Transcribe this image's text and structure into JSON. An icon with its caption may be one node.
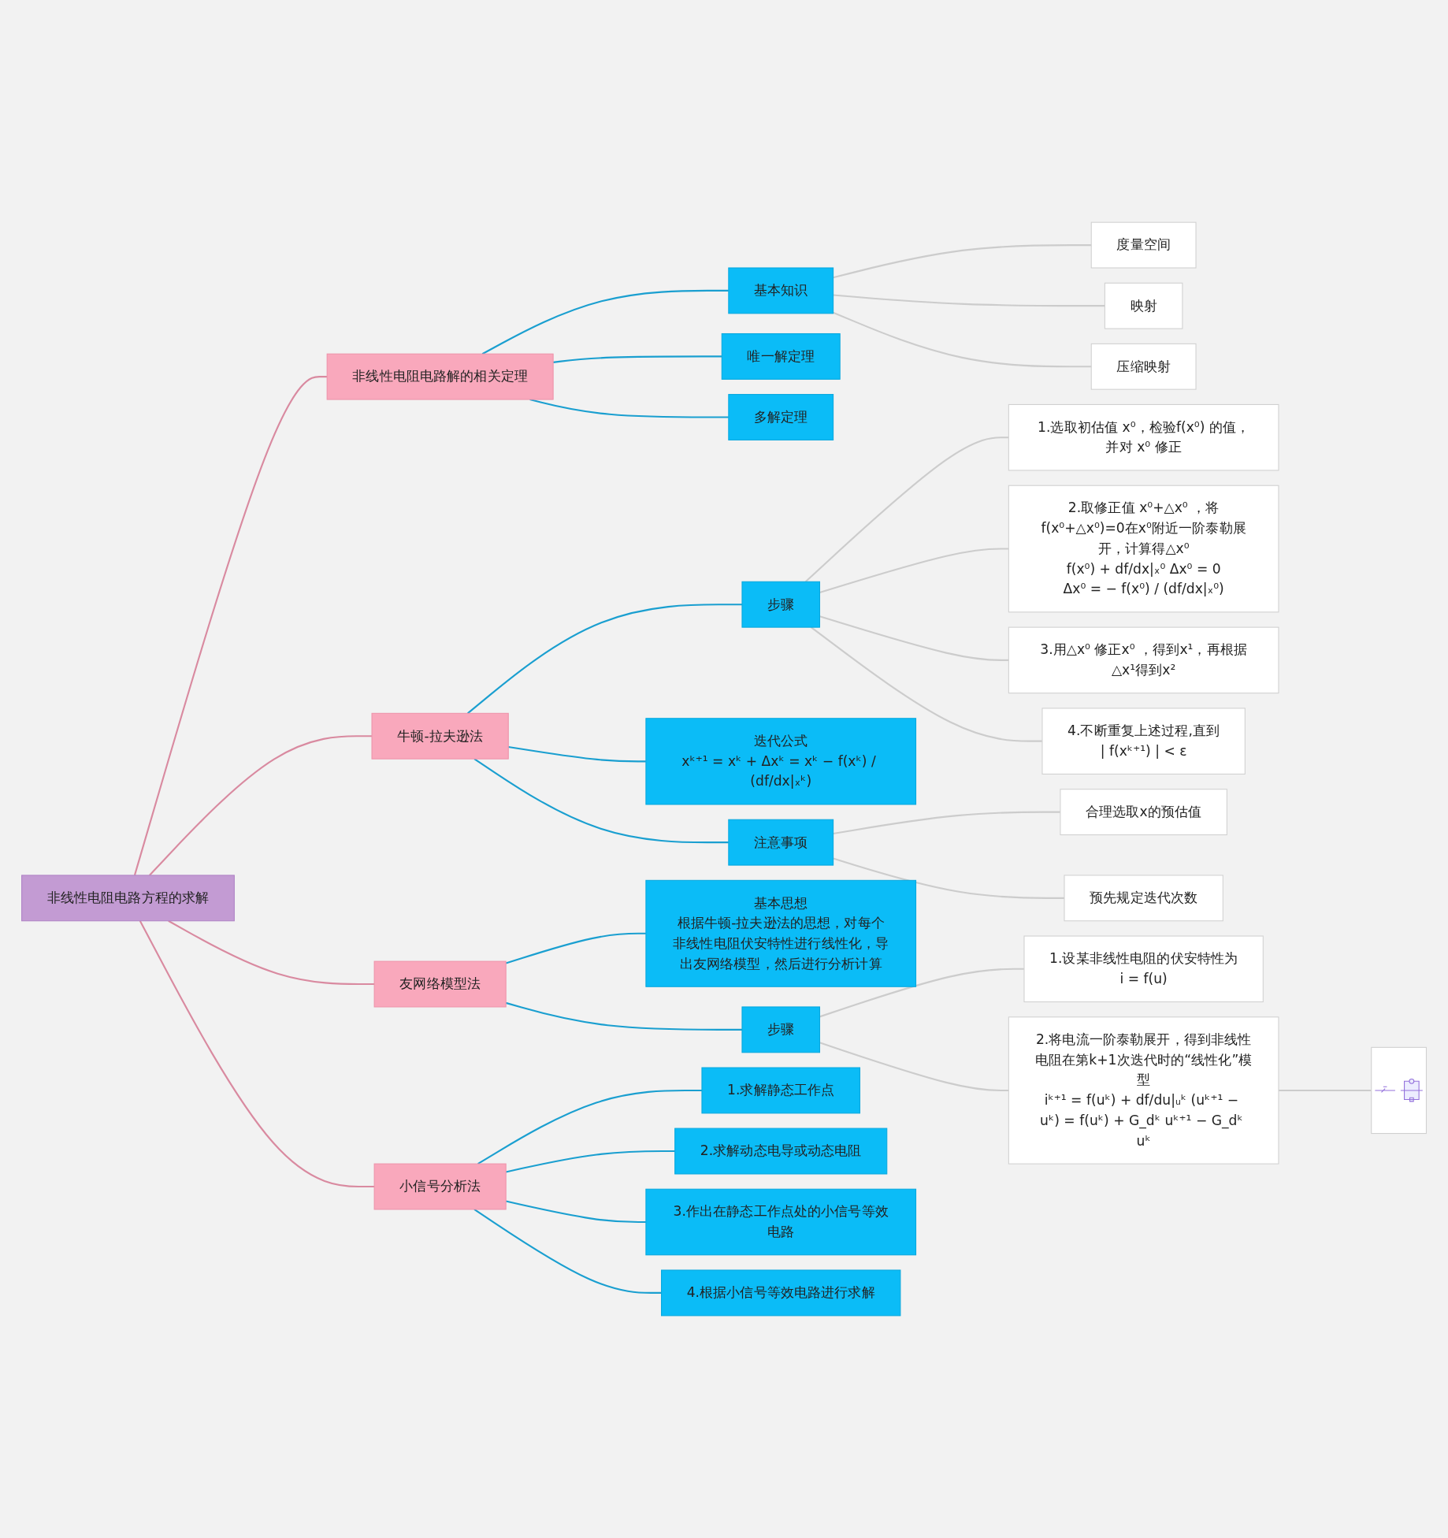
{
  "diagram": {
    "nodes": [
      {
        "text": [
          "非线性电阻电路方程的求解"
        ]
      },
      {
        "text": [
          "非线性电阻电路解的相关定理"
        ]
      },
      {
        "text": [
          "基本知识"
        ]
      },
      {
        "text": [
          "度量空间"
        ]
      },
      {
        "text": [
          "映射"
        ]
      },
      {
        "text": [
          "压缩映射"
        ]
      },
      {
        "text": [
          "唯一解定理"
        ]
      },
      {
        "text": [
          "多解定理"
        ]
      },
      {
        "text": [
          "牛顿-拉夫逊法"
        ]
      },
      {
        "text": [
          "步骤"
        ]
      },
      {
        "text": [
          "1.选取初估值 x⁰，检验f(x⁰) 的值，并对 x⁰ 修正"
        ]
      },
      {
        "text": [
          "2.取修正值 x⁰+△x⁰ ，将f(x⁰+△x⁰)=0在x⁰附近一阶泰勒展开，计算得△x⁰",
          "f(x⁰) + df/dx|ₓ⁰ Δx⁰ = 0",
          "Δx⁰ = − f(x⁰) / (df/dx|ₓ⁰)"
        ]
      },
      {
        "text": [
          "3.用△x⁰ 修正x⁰ ，得到x¹，再根据△x¹得到x²"
        ]
      },
      {
        "text": [
          "4.不断重复上述过程,直到",
          "| f(xᵏ⁺¹) | < ε"
        ]
      },
      {
        "text": [
          "迭代公式",
          "xᵏ⁺¹ = xᵏ + Δxᵏ = xᵏ − f(xᵏ) / (df/dx|ₓᵏ)"
        ]
      },
      {
        "text": [
          "注意事项"
        ]
      },
      {
        "text": [
          "合理选取x的预估值"
        ]
      },
      {
        "text": [
          "预先规定迭代次数"
        ]
      },
      {
        "text": [
          "友网络模型法"
        ]
      },
      {
        "text": [
          "基本思想",
          "根据牛顿-拉夫逊法的思想，对每个非线性电阻伏安特性进行线性化，导出友网络模型，然后进行分析计算"
        ]
      },
      {
        "text": [
          "步骤"
        ]
      },
      {
        "text": [
          "1.设某非线性电阻的伏安特性为",
          "i = f(u)"
        ]
      },
      {
        "text": [
          "2.将电流一阶泰勒展开，得到非线性电阻在第k+1次迭代时的“线性化”模型",
          "iᵏ⁺¹ = f(uᵏ) + df/du|ᵤᵏ (uᵏ⁺¹ − uᵏ) = f(uᵏ) + G_dᵏ uᵏ⁺¹ − G_dᵏ uᵏ"
        ]
      },
      {
        "text": [],
        "shape": "picture"
      },
      {
        "text": [
          "小信号分析法"
        ]
      },
      {
        "text": [
          "1.求解静态工作点"
        ]
      },
      {
        "text": [
          "2.求解动态电导或动态电阻"
        ]
      },
      {
        "text": [
          "3.作出在静态工作点处的小信号等效电路"
        ]
      },
      {
        "text": [
          "4.根据小信号等效电路进行求解"
        ]
      }
    ],
    "edges": [
      {
        "from": 0,
        "to": 1,
        "arrow": "none",
        "color": "#d98aa0"
      },
      {
        "from": 1,
        "to": 2,
        "arrow": "none",
        "color": "#1a9fd0"
      },
      {
        "from": 2,
        "to": 3,
        "arrow": "none",
        "color": "#cccccc"
      },
      {
        "from": 2,
        "to": 4,
        "arrow": "none",
        "color": "#cccccc"
      },
      {
        "from": 2,
        "to": 5,
        "arrow": "none",
        "color": "#cccccc"
      },
      {
        "from": 1,
        "to": 6,
        "arrow": "none",
        "color": "#1a9fd0"
      },
      {
        "from": 1,
        "to": 7,
        "arrow": "none",
        "color": "#1a9fd0"
      },
      {
        "from": 0,
        "to": 8,
        "arrow": "none",
        "color": "#d98aa0"
      },
      {
        "from": 8,
        "to": 9,
        "arrow": "none",
        "color": "#1a9fd0"
      },
      {
        "from": 9,
        "to": 10,
        "arrow": "none",
        "color": "#cccccc"
      },
      {
        "from": 9,
        "to": 11,
        "arrow": "none",
        "color": "#cccccc"
      },
      {
        "from": 9,
        "to": 12,
        "arrow": "none",
        "color": "#cccccc"
      },
      {
        "from": 9,
        "to": 13,
        "arrow": "none",
        "color": "#cccccc"
      },
      {
        "from": 8,
        "to": 14,
        "arrow": "none",
        "color": "#1a9fd0"
      },
      {
        "from": 8,
        "to": 15,
        "arrow": "none",
        "color": "#1a9fd0"
      },
      {
        "from": 15,
        "to": 16,
        "arrow": "none",
        "color": "#cccccc"
      },
      {
        "from": 15,
        "to": 17,
        "arrow": "none",
        "color": "#cccccc"
      },
      {
        "from": 0,
        "to": 18,
        "arrow": "none",
        "color": "#d98aa0"
      },
      {
        "from": 18,
        "to": 19,
        "arrow": "none",
        "color": "#1a9fd0"
      },
      {
        "from": 18,
        "to": 20,
        "arrow": "none",
        "color": "#1a9fd0"
      },
      {
        "from": 20,
        "to": 21,
        "arrow": "none",
        "color": "#cccccc"
      },
      {
        "from": 20,
        "to": 22,
        "arrow": "none",
        "color": "#cccccc"
      },
      {
        "from": 22,
        "to": 23,
        "arrow": "none",
        "color": "#cccccc"
      },
      {
        "from": 0,
        "to": 24,
        "arrow": "none",
        "color": "#d98aa0"
      },
      {
        "from": 24,
        "to": 25,
        "arrow": "none",
        "color": "#1a9fd0"
      },
      {
        "from": 24,
        "to": 26,
        "arrow": "none",
        "color": "#1a9fd0"
      },
      {
        "from": 24,
        "to": 27,
        "arrow": "none",
        "color": "#1a9fd0"
      },
      {
        "from": 24,
        "to": 28,
        "arrow": "none",
        "color": "#1a9fd0"
      }
    ]
  }
}
